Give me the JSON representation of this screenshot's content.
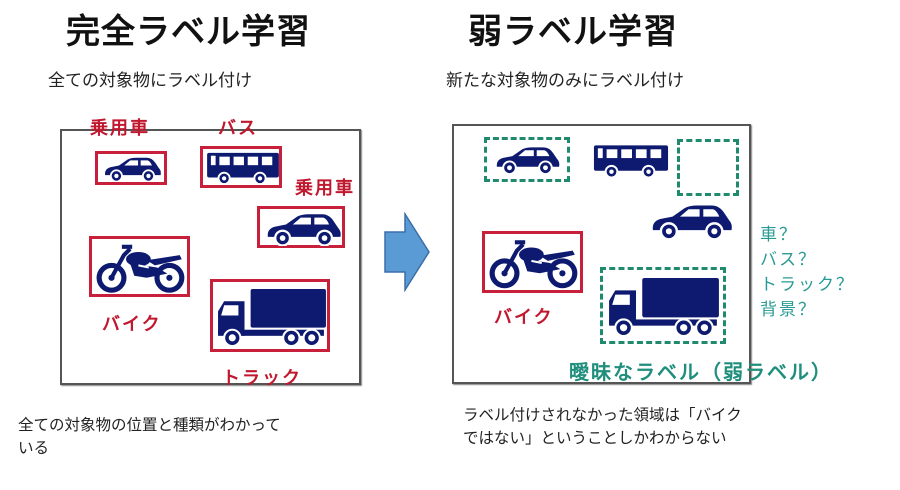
{
  "left_panel": {
    "title": "完全ラベル学習",
    "subtitle": "全ての対象物にラベル付け",
    "labels": {
      "car1": "乗用車",
      "bus": "バス",
      "car2": "乗用車",
      "bike": "バイク",
      "truck": "トラック"
    },
    "note_line1": "全ての対象物の位置と種類がわかって",
    "note_line2": "いる"
  },
  "right_panel": {
    "title": "弱ラベル学習",
    "subtitle": "新たな対象物のみにラベル付け",
    "labels": {
      "bike": "バイク"
    },
    "candidates": [
      "車？",
      "バス？",
      "トラック？",
      "背景？"
    ],
    "weak_label": "曖昧なラベル（弱ラベル）",
    "note_line1": "ラベル付けされなかった領域は「バイク",
    "note_line2": "ではない」ということしかわからない"
  },
  "colors": {
    "vehicle": "#0d1a70",
    "label_red": "#c0182f",
    "dash_teal": "#1f8a6e",
    "text_teal": "#2a9a95",
    "arrow": "#5b9bd5"
  }
}
